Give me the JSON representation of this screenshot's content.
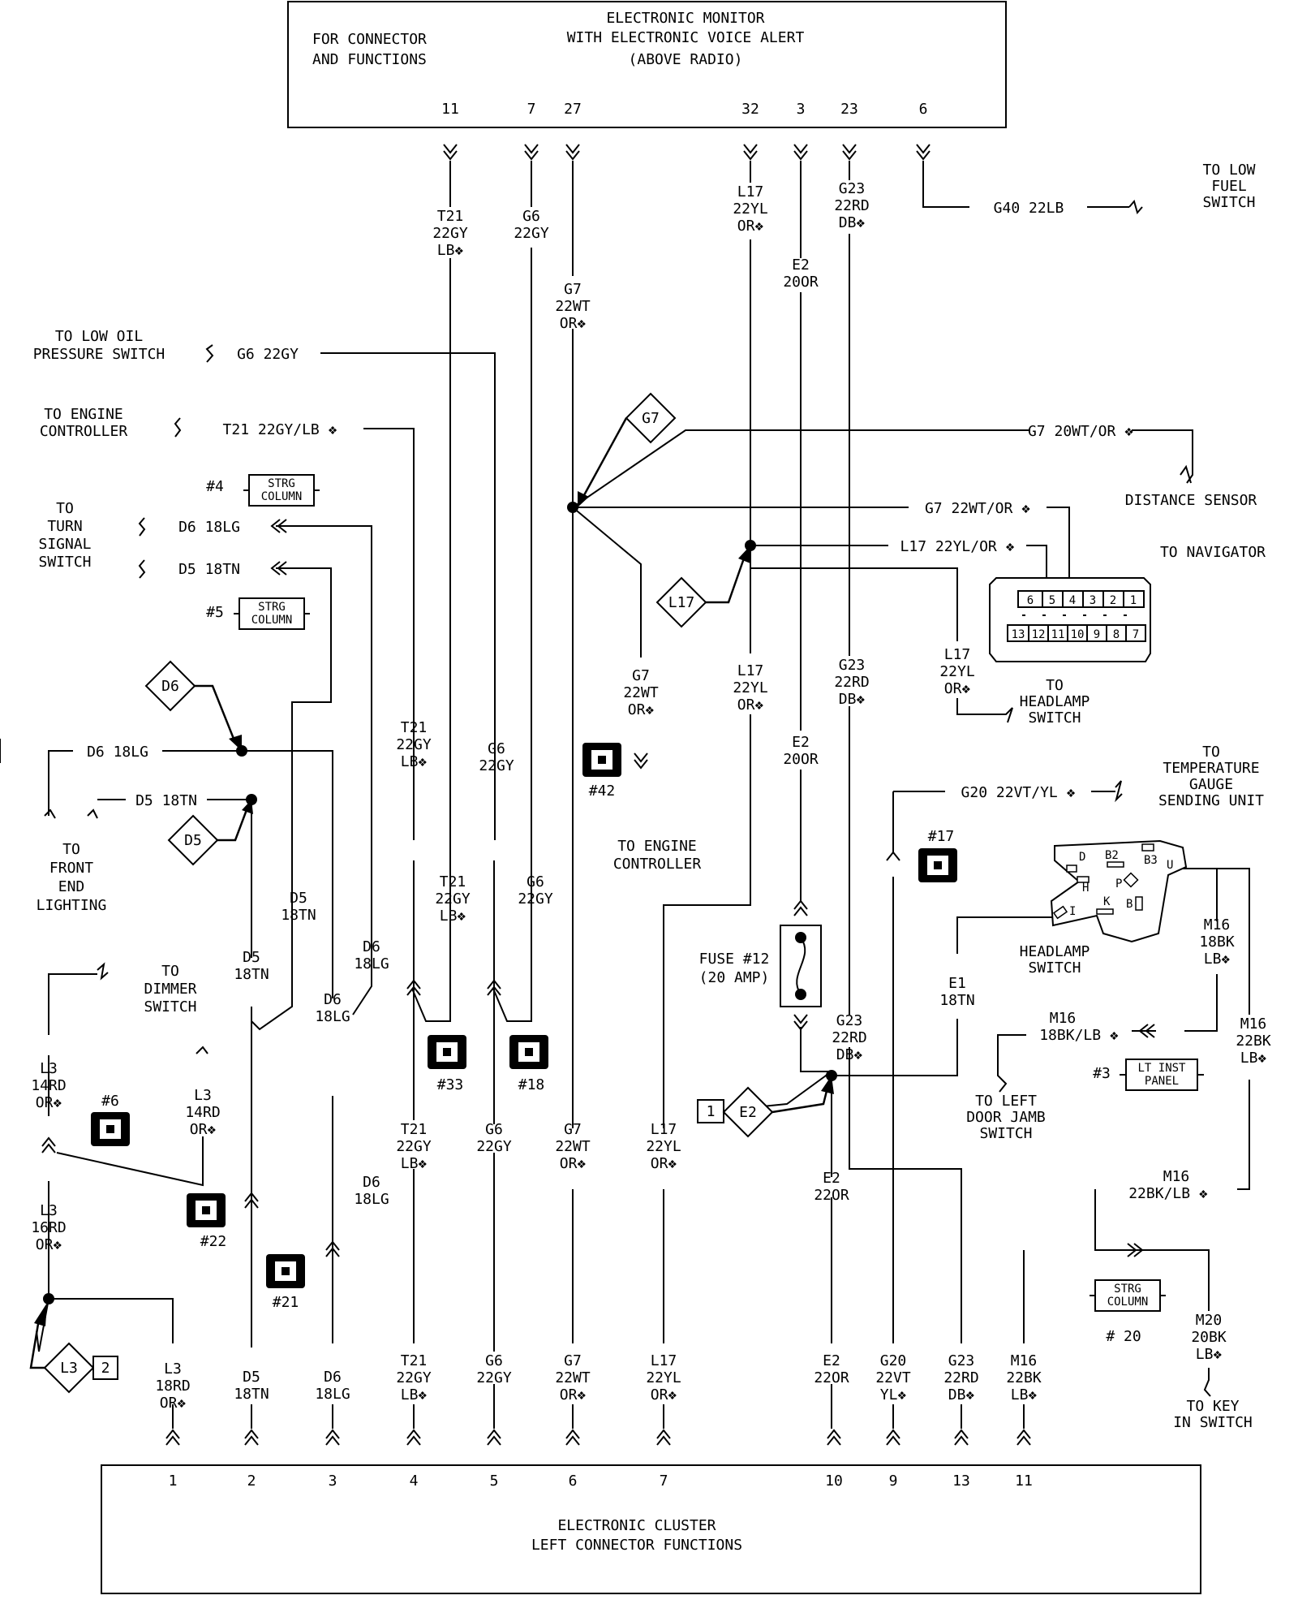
{
  "top_module": {
    "title_1": "ELECTRONIC MONITOR",
    "title_2": "WITH ELECTRONIC VOICE ALERT",
    "title_3": "(ABOVE RADIO)",
    "note_1": "FOR CONNECTOR",
    "note_2": "AND FUNCTIONS",
    "pins": [
      "11",
      "7",
      "27",
      "32",
      "3",
      "23",
      "6"
    ]
  },
  "bottom_module": {
    "title_1": "ELECTRONIC CLUSTER",
    "title_2": "LEFT CONNECTOR FUNCTIONS",
    "pins": [
      "1",
      "2",
      "3",
      "4",
      "5",
      "6",
      "7",
      "10",
      "9",
      "13",
      "11"
    ]
  },
  "destinations": {
    "low_fuel": [
      "TO LOW",
      "FUEL",
      "SWITCH"
    ],
    "low_oil": [
      "TO LOW OIL",
      "PRESSURE SWITCH"
    ],
    "engine_ctrl_1": [
      "TO ENGINE",
      "CONTROLLER"
    ],
    "turn_signal": [
      "TO",
      "TURN",
      "SIGNAL",
      "SWITCH"
    ],
    "distance_sensor": "DISTANCE SENSOR",
    "navigator": "TO NAVIGATOR",
    "headlamp_switch_1": [
      "TO",
      "HEADLAMP",
      "SWITCH"
    ],
    "temp_gauge": [
      "TO",
      "TEMPERATURE",
      "GAUGE",
      "SENDING UNIT"
    ],
    "front_end": [
      "TO",
      "FRONT",
      "END",
      "LIGHTING"
    ],
    "engine_ctrl_2": [
      "TO ENGINE",
      "CONTROLLER"
    ],
    "dimmer": [
      "TO",
      "DIMMER",
      "SWITCH"
    ],
    "headlamp_switch_2": [
      "HEADLAMP",
      "SWITCH"
    ],
    "door_jamb": [
      "TO LEFT",
      "DOOR JAMB",
      "SWITCH"
    ],
    "key_in": [
      "TO KEY",
      "IN SWITCH"
    ]
  },
  "wire_labels": {
    "g40": "G40 22LB",
    "g6_oil": "G6 22GY",
    "t21_engine": "T21 22GY/LB ❖",
    "d6_turn": "D6 18LG",
    "d5_turn": "D5 18TN",
    "g7_dist": "G7 20WT/OR ❖",
    "g7_nav": "G7 22WT/OR ❖",
    "l17_nav": "L17 22YL/OR ❖",
    "g20_temp": "G20 22VT/YL ❖",
    "d6_front": "D6 18LG",
    "d5_front": "D5 18TN",
    "m16_door": [
      "M16",
      "18BK/LB ❖"
    ],
    "m16_key": [
      "M16",
      "22BK/LB ❖"
    ],
    "fuse": [
      "FUSE #12",
      "(20 AMP)"
    ],
    "t21_top": [
      "T21",
      "22GY",
      "LB❖"
    ],
    "g6_top": [
      "G6",
      "22GY"
    ],
    "g7_top": [
      "G7",
      "22WT",
      "OR❖"
    ],
    "l17_top": [
      "L17",
      "22YL",
      "OR❖"
    ],
    "e2_top": [
      "E2",
      "20OR"
    ],
    "g23_top": [
      "G23",
      "22RD",
      "DB❖"
    ],
    "g23_mid": [
      "G23",
      "22RD",
      "DB❖"
    ],
    "l17_mid": [
      "L17",
      "22YL",
      "OR❖"
    ],
    "g7_mid": [
      "G7",
      "22WT",
      "OR❖"
    ],
    "l17_hl": [
      "L17",
      "22YL",
      "OR❖"
    ],
    "e2_mid": [
      "E2",
      "20OR"
    ],
    "t21_mid": [
      "T21",
      "22GY",
      "LB❖"
    ],
    "g6_mid": [
      "G6",
      "22GY"
    ],
    "t21_s33": [
      "T21",
      "22GY",
      "LB❖"
    ],
    "g6_s18": [
      "G6",
      "22GY"
    ],
    "d5_a": [
      "D5",
      "18TN"
    ],
    "d6_a": [
      "D6",
      "18LG"
    ],
    "d5_b": [
      "D5",
      "18TN"
    ],
    "d6_b": [
      "D6",
      "18LG"
    ],
    "d6_c": [
      "D6",
      "18LG"
    ],
    "l3_a": [
      "L3",
      "14RD",
      "OR❖"
    ],
    "l3_b": [
      "L3",
      "14RD",
      "OR❖"
    ],
    "l3_c": [
      "L3",
      "16RD",
      "OR❖"
    ],
    "e1": [
      "E1",
      "18TN"
    ],
    "m16_a": [
      "M16",
      "18BK",
      "LB❖"
    ],
    "m16_b": [
      "M16",
      "22BK",
      "LB❖"
    ],
    "g23_c": [
      "G23",
      "22RD",
      "DB❖"
    ],
    "t21_low": [
      "T21",
      "22GY",
      "LB❖"
    ],
    "g6_low": [
      "G6",
      "22GY"
    ],
    "g7_low": [
      "G7",
      "22WT",
      "OR❖"
    ],
    "l17_low": [
      "L17",
      "22YL",
      "OR❖"
    ],
    "e2_low": [
      "E2",
      "22OR"
    ],
    "m20": [
      "M20",
      "20BK",
      "LB❖"
    ],
    "b_l3": [
      "L3",
      "18RD",
      "OR❖"
    ],
    "b_d5": [
      "D5",
      "18TN"
    ],
    "b_d6": [
      "D6",
      "18LG"
    ],
    "b_t21": [
      "T21",
      "22GY",
      "LB❖"
    ],
    "b_g6": [
      "G6",
      "22GY"
    ],
    "b_g7": [
      "G7",
      "22WT",
      "OR❖"
    ],
    "b_l17": [
      "L17",
      "22YL",
      "OR❖"
    ],
    "b_e2": [
      "E2",
      "22OR"
    ],
    "b_g20": [
      "G20",
      "22VT",
      "YL❖"
    ],
    "b_g23": [
      "G23",
      "22RD",
      "DB❖"
    ],
    "b_m16": [
      "M16",
      "22BK",
      "LB❖"
    ]
  },
  "splices": {
    "s4": "#4",
    "s5": "#5",
    "s42": "#42",
    "s17": "#17",
    "s33": "#33",
    "s18": "#18",
    "s6": "#6",
    "s22": "#22",
    "s21": "#21",
    "s3": "#3",
    "s20": "# 20"
  },
  "strg_label": [
    "STRG",
    "COLUMN"
  ],
  "lt_inst_label": [
    "LT INST",
    "PANEL"
  ],
  "diamonds": {
    "g7": "G7",
    "l17": "L17",
    "d6": "D6",
    "d5": "D5",
    "e2": "E2",
    "e2_num": "1",
    "l3": "L3",
    "l3_num": "2"
  },
  "navigator_pins_top": [
    "6",
    "5",
    "4",
    "3",
    "2",
    "1"
  ],
  "navigator_pins_bottom": [
    "13",
    "12",
    "11",
    "10",
    "9",
    "8",
    "7"
  ],
  "headlamp_switch_pins": [
    "D",
    "B2",
    "B3",
    "U",
    "H",
    "P",
    "K",
    "B",
    "I"
  ]
}
